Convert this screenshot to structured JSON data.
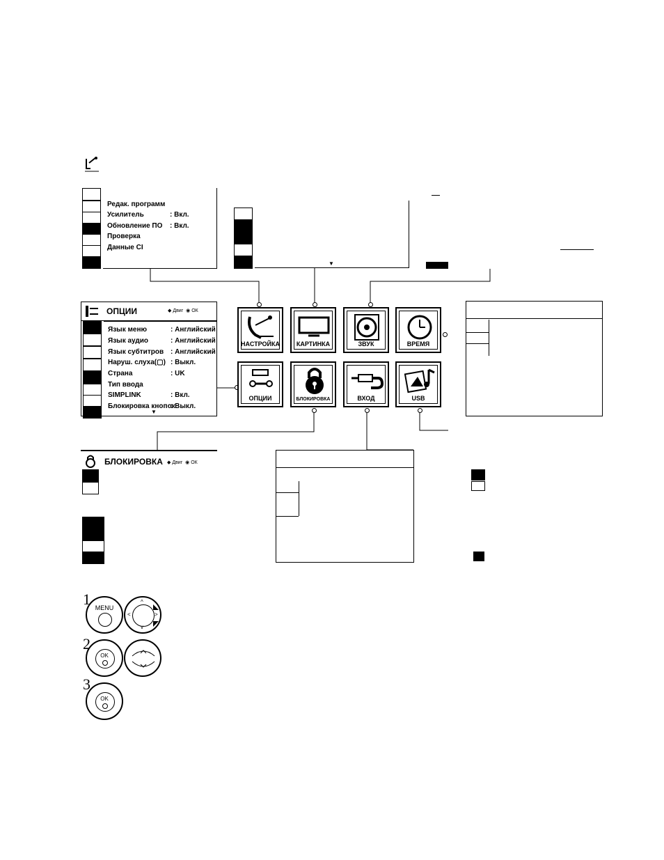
{
  "setup_menu": {
    "items": [
      {
        "label": "Редак. программ",
        "value": ""
      },
      {
        "label": "Усилитель",
        "value": ": Вкл."
      },
      {
        "label": "Обновление ПО",
        "value": ": Вкл."
      },
      {
        "label": "Проверка",
        "value": ""
      },
      {
        "label": "Данные CI",
        "value": ""
      }
    ]
  },
  "options_menu": {
    "title": "ОПЦИИ",
    "hint_move": "Двиг",
    "hint_ok": "ОК",
    "items": [
      {
        "label": "Язык меню",
        "value": ": Английский"
      },
      {
        "label": "Язык аудио",
        "value": ": Английский"
      },
      {
        "label": "Язык субтитров",
        "value": ": Английский"
      },
      {
        "label": "Наруш. слуха(▢)",
        "value": ": Выкл."
      },
      {
        "label": "Страна",
        "value": ": UK"
      },
      {
        "label": "Тип ввода",
        "value": ""
      },
      {
        "label": "SIMPLINK",
        "value": ": Вкл."
      },
      {
        "label": "Блокировка кнопок",
        "value": ": Выкл."
      }
    ]
  },
  "lock_menu": {
    "title": "БЛОКИРОВКА",
    "hint_move": "Двиг",
    "hint_ok": "ОК"
  },
  "main_tiles": [
    {
      "id": "setup",
      "label": "НАСТРОЙКА",
      "icon": "satellite-dish-icon"
    },
    {
      "id": "picture",
      "label": "КАРТИНКА",
      "icon": "tv-screen-icon"
    },
    {
      "id": "audio",
      "label": "ЗВУК",
      "icon": "speaker-icon"
    },
    {
      "id": "time",
      "label": "ВРЕМЯ",
      "icon": "clock-icon"
    },
    {
      "id": "options",
      "label": "ОПЦИИ",
      "icon": "tools-icon"
    },
    {
      "id": "lock",
      "label": "БЛОКИРОВКА",
      "icon": "padlock-icon"
    },
    {
      "id": "input",
      "label": "ВХОД",
      "icon": "cable-plug-icon"
    },
    {
      "id": "usb",
      "label": "USB",
      "icon": "photo-music-icon"
    }
  ],
  "steps": [
    {
      "number": "1",
      "button": "MENU"
    },
    {
      "number": "2",
      "button": "OK"
    },
    {
      "number": "3",
      "button": "OK"
    }
  ],
  "arrow_glyph": "▼"
}
